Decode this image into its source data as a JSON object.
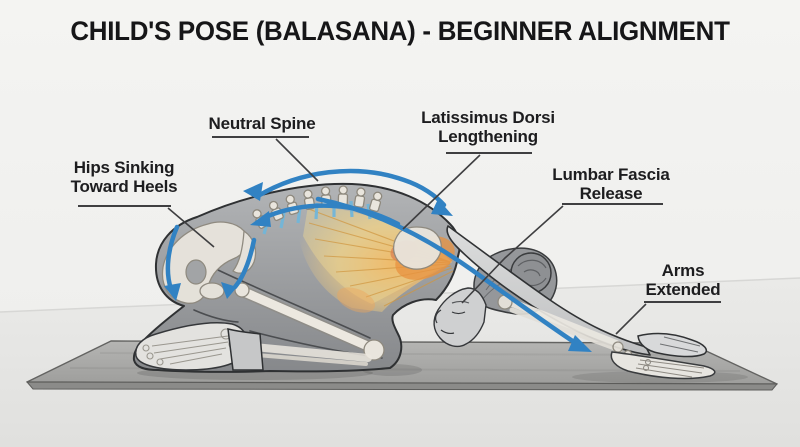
{
  "title": "CHILD'S POSE (BALASANA) - BEGINNER ALIGNMENT",
  "pose": {
    "name": "Child's Pose",
    "sanskrit": "Balasana",
    "level": "Beginner Alignment"
  },
  "labels": {
    "neutral_spine": {
      "line1": "Neutral Spine",
      "line2": ""
    },
    "latissimus": {
      "line1": "Latissimus Dorsi",
      "line2": "Lengthening"
    },
    "hips": {
      "line1": "Hips Sinking",
      "line2": "Toward Heels"
    },
    "lumbar": {
      "line1": "Lumbar Fascia",
      "line2": "Release"
    },
    "arms": {
      "line1": "Arms",
      "line2": "Extended"
    }
  },
  "colors": {
    "arrow_blue": "#3182c3",
    "muscle_orange": "#f0a44c",
    "muscle_yellow": "#f5dc92",
    "disc_blue": "#72b6d9",
    "mat_gray": "#a9a9a7",
    "text": "#1d1d1f"
  }
}
